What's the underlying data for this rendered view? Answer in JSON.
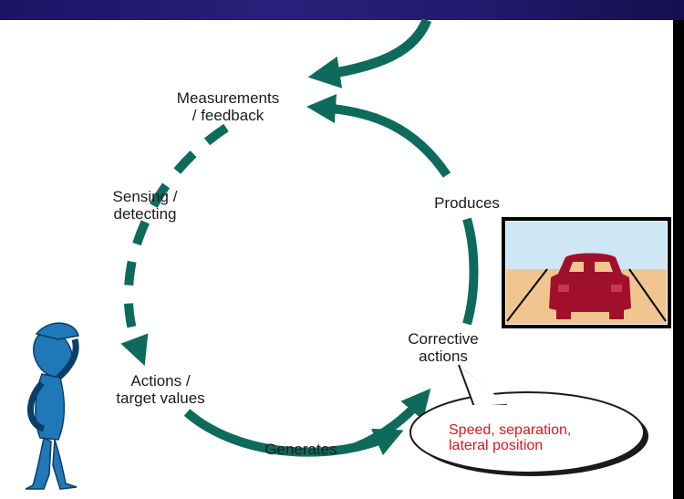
{
  "diagram": {
    "nodes": {
      "measurements": {
        "line1": "Measurements",
        "line2": "/ feedback"
      },
      "sensing": {
        "line1": "Sensing /",
        "line2": "detecting"
      },
      "actions": {
        "line1": "Actions /",
        "line2": "target values"
      },
      "corrective": {
        "line1": "Corrective",
        "line2": "actions"
      }
    },
    "edge_labels": {
      "generates": "Generates",
      "produces": "Produces"
    },
    "callout": {
      "line1": "Speed, separation,",
      "line2": "lateral position"
    },
    "icons": [
      "thinking-person-icon",
      "car-road-scene-icon"
    ],
    "colors": {
      "arrow": "#0e6b5c",
      "callout_text": "#e0161b",
      "car": "#a0102a",
      "sky": "#cfe6f4",
      "road": "#f0c590"
    }
  }
}
